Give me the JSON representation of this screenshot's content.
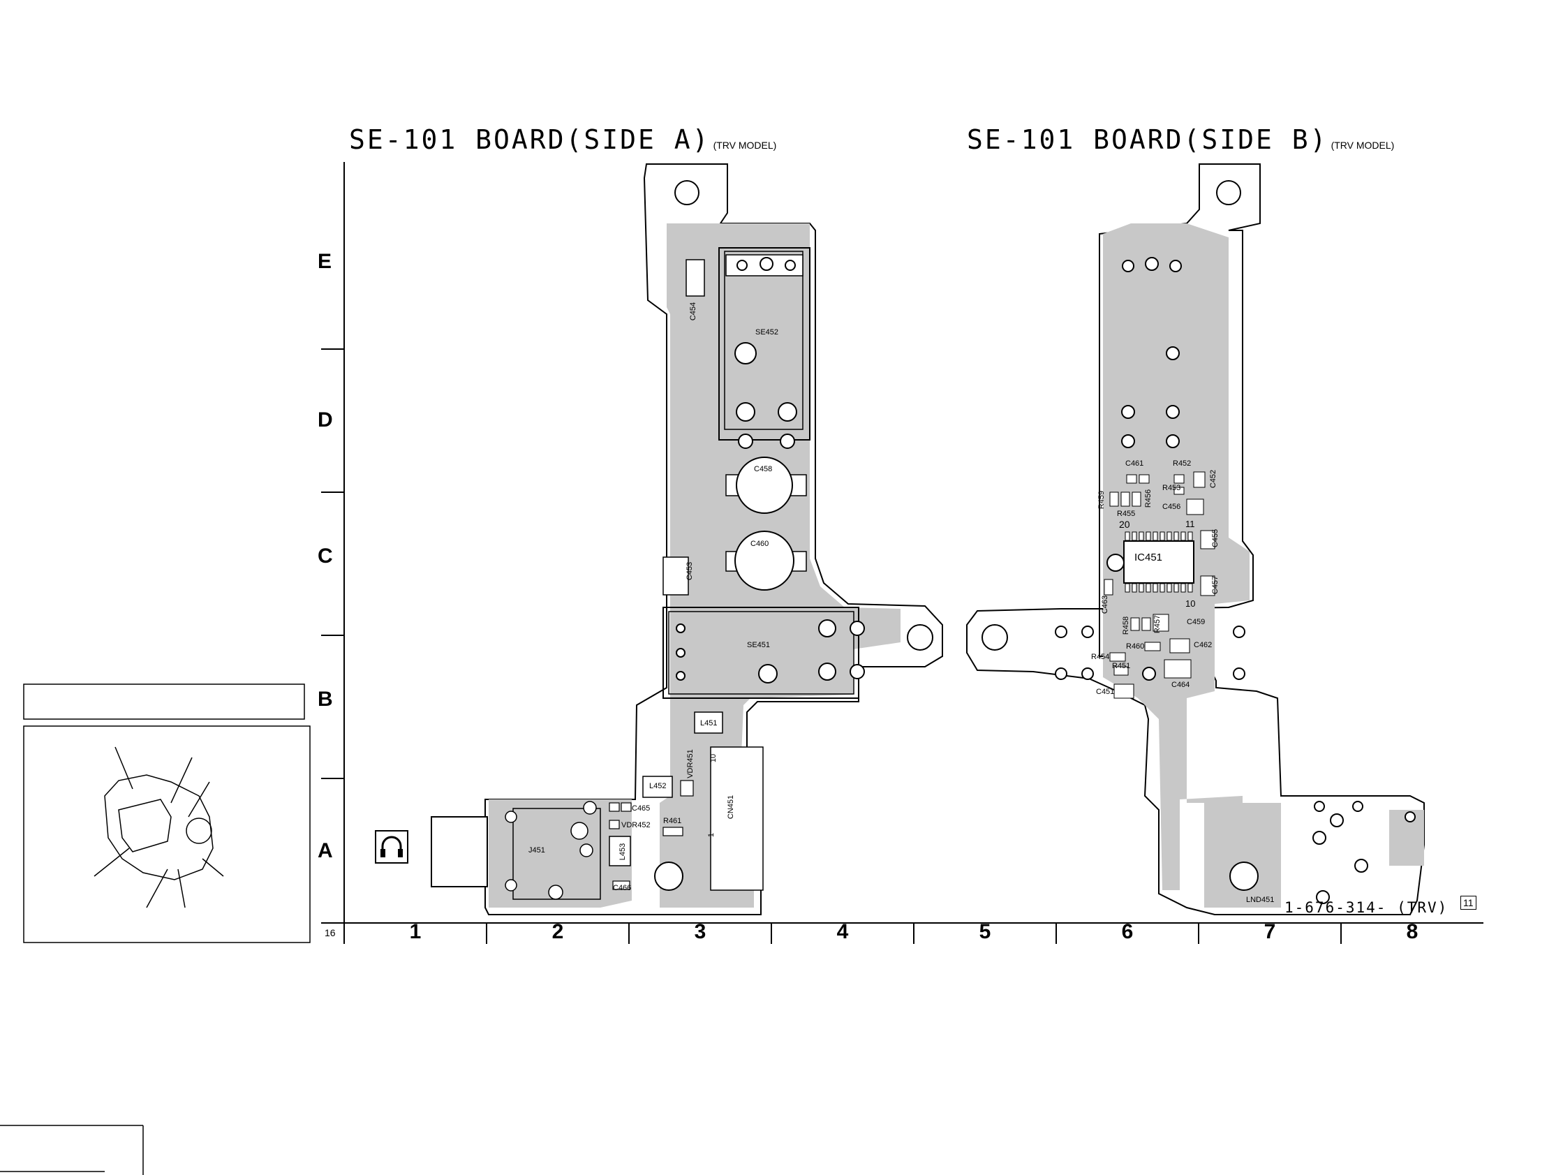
{
  "side_a": {
    "title": "SE-101 BOARD(SIDE A)",
    "model": "(TRV MODEL)"
  },
  "side_b": {
    "title": "SE-101 BOARD(SIDE B)",
    "model": "(TRV MODEL)"
  },
  "rows": [
    "E",
    "D",
    "C",
    "B",
    "A"
  ],
  "columns": [
    "1",
    "2",
    "3",
    "4",
    "5",
    "6",
    "7",
    "8"
  ],
  "page_number": "16",
  "part_number": "1-676-314-  (TRV)",
  "revision_tag": "11",
  "components_a": [
    "SE452",
    "C454",
    "C458",
    "C460",
    "C453",
    "SE451",
    "L451",
    "VDR451",
    "L452",
    "C465",
    "VDR452",
    "R461",
    "CN451",
    "J451",
    "L453",
    "C466"
  ],
  "components_b": [
    "C461",
    "R452",
    "R453",
    "C452",
    "R459",
    "R455",
    "R456",
    "C456",
    "IC451",
    "C455",
    "C457",
    "C463",
    "R458",
    "R457",
    "C459",
    "R460",
    "C462",
    "R454",
    "R451",
    "C464",
    "C451",
    "LND451"
  ],
  "pin_labels": {
    "ic_pin20": "20",
    "ic_pin11": "11",
    "ic_pin10": "10",
    "cn_pin10": "10",
    "cn_pin1": "1"
  },
  "colors": {
    "copper": "#c8c8c8",
    "line": "#000000",
    "background": "#ffffff"
  },
  "icons": {
    "headphone": "headphone-icon"
  }
}
